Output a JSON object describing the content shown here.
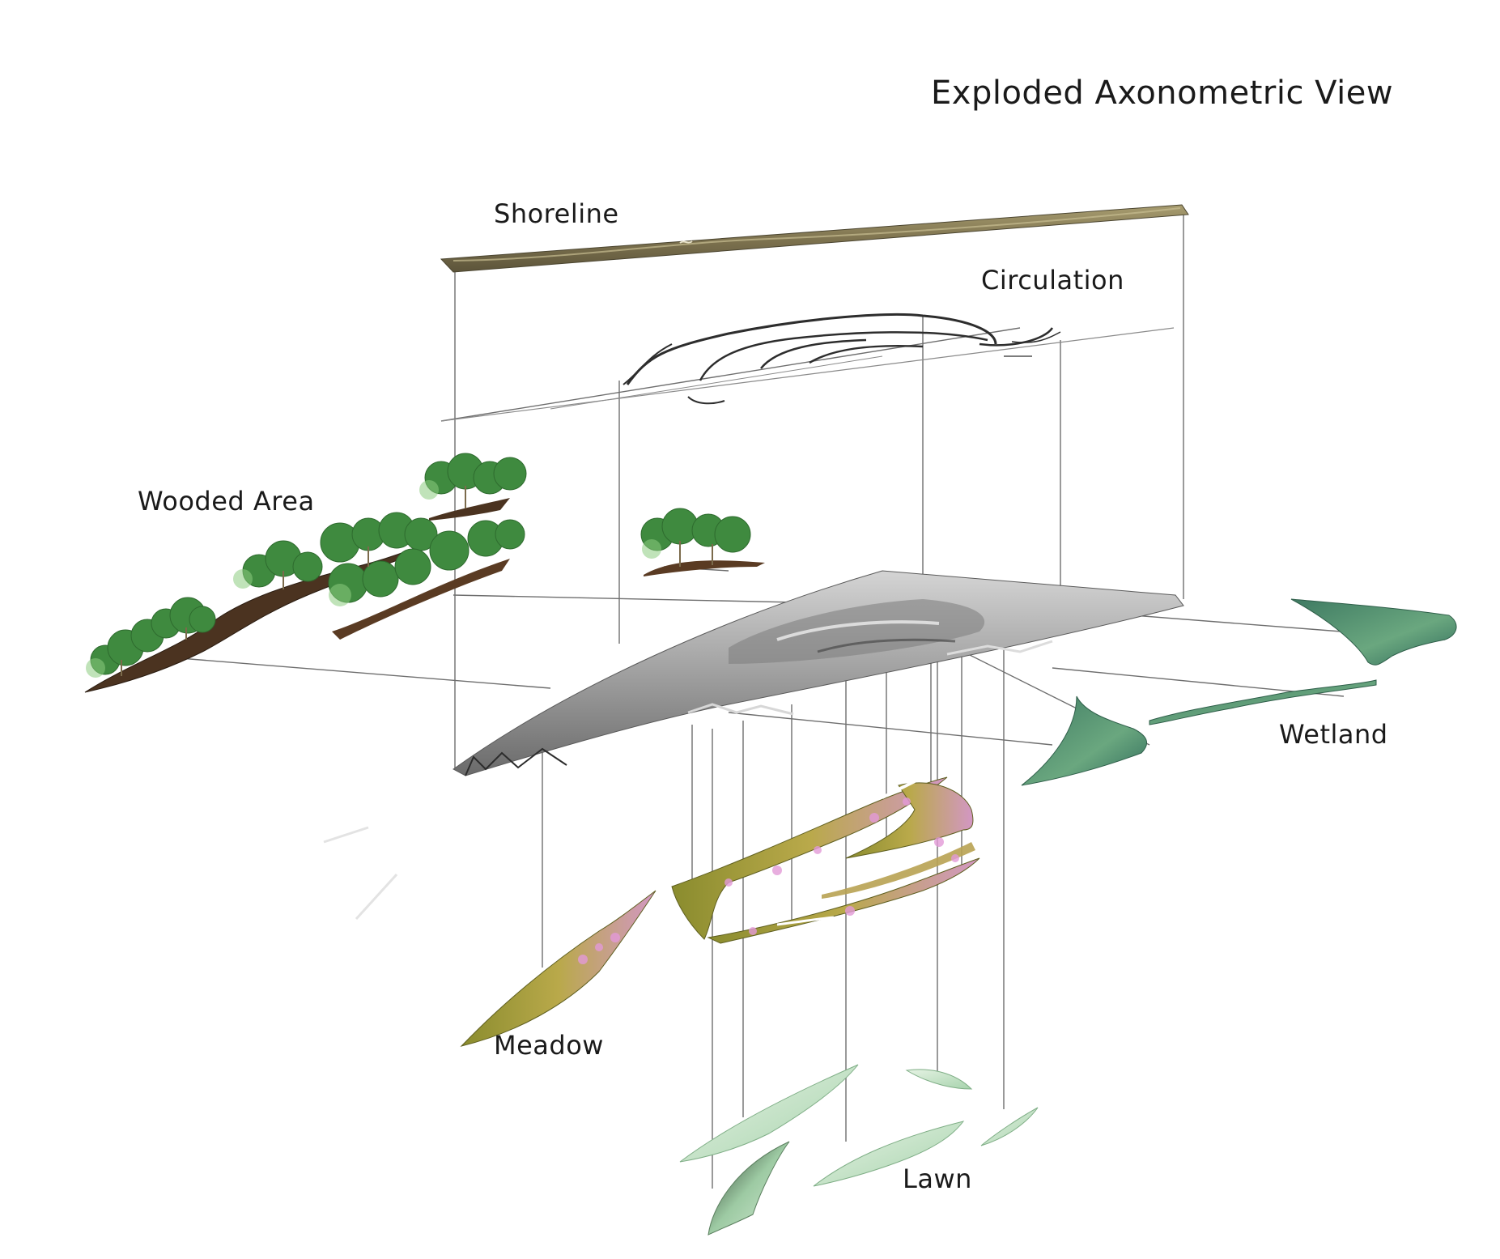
{
  "title": "Exploded Axonometric View",
  "layers": {
    "shoreline": "Shoreline",
    "circulation": "Circulation",
    "wooded_area": "Wooded Area",
    "wetland": "Wetland",
    "meadow": "Meadow",
    "lawn": "Lawn"
  },
  "colors": {
    "shoreline": "#8a7f55",
    "terrain": "#9a9a9a",
    "trees": "#3f8a3f",
    "soil": "#5a3a22",
    "wetland": "#4f8f73",
    "meadow": "#a7a43c",
    "meadow_flowers": "#d98fd0",
    "lawn": "#bfe0c2",
    "leader_lines": "#6e6e6e"
  }
}
